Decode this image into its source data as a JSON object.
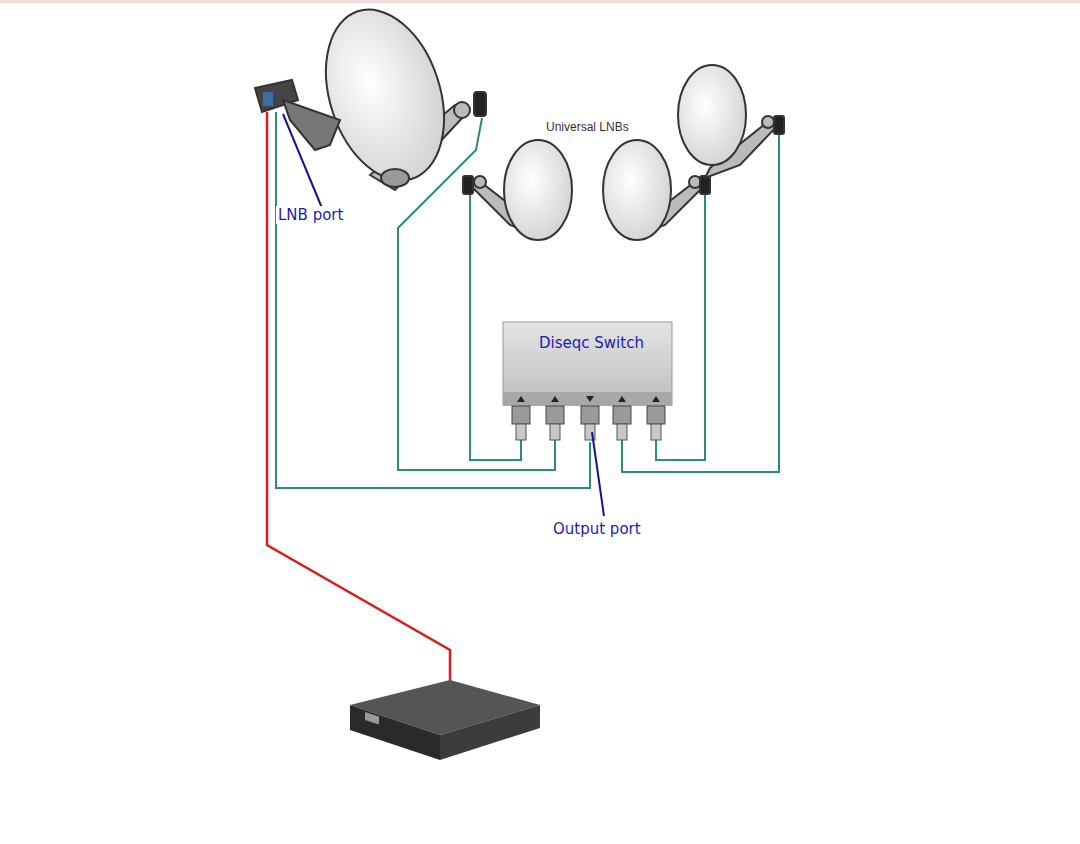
{
  "diagram": {
    "nodes": [
      {
        "text": [
          "Diseqc Switch"
        ]
      }
    ],
    "labels": [
      "Universal LNBs",
      "LNB port",
      "Output port"
    ]
  }
}
